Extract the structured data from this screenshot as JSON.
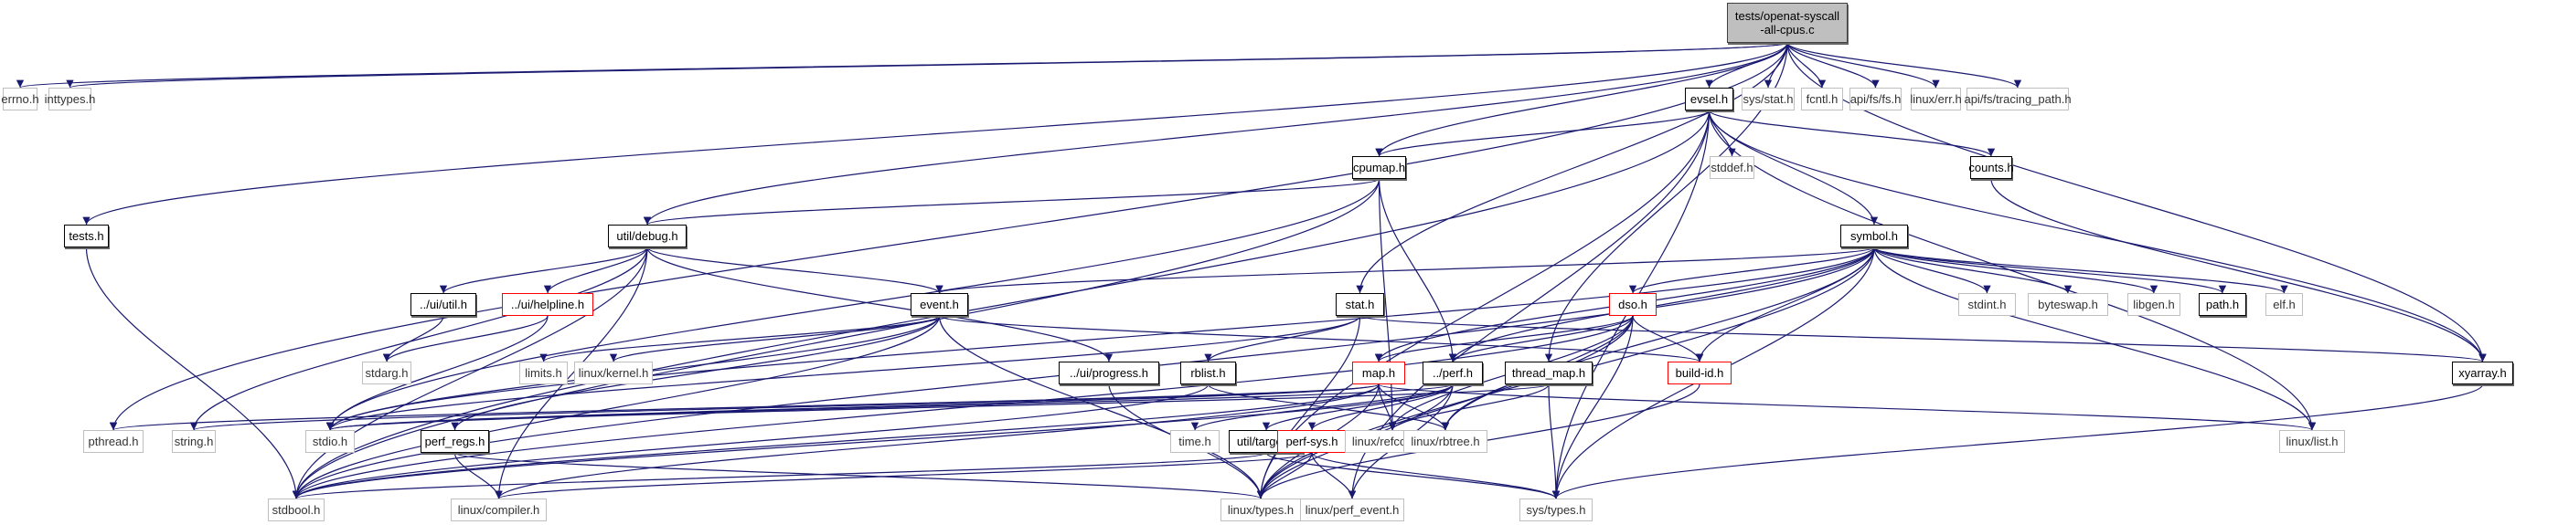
{
  "diagram": {
    "title": "tests/openat-syscall-all-cpus.c include dependency graph",
    "edge_color": "#191970",
    "legend_colors": {
      "root_fill": "#bfbfbf",
      "documented_border": "#000000",
      "external_border": "#bfbfbf",
      "truncated_border": "#ff0000"
    },
    "nodes": [
      {
        "id": "root",
        "label": "tests/openat-syscall\n-all-cpus.c",
        "kind": "root"
      },
      {
        "id": "errno",
        "label": "errno.h",
        "kind": "external"
      },
      {
        "id": "inttypes",
        "label": "inttypes.h",
        "kind": "external"
      },
      {
        "id": "evsel",
        "label": "evsel.h",
        "kind": "documented"
      },
      {
        "id": "sysstat",
        "label": "sys/stat.h",
        "kind": "external"
      },
      {
        "id": "fcntl",
        "label": "fcntl.h",
        "kind": "external"
      },
      {
        "id": "apifs",
        "label": "api/fs/fs.h",
        "kind": "external"
      },
      {
        "id": "linuxerr",
        "label": "linux/err.h",
        "kind": "external"
      },
      {
        "id": "tracingpath",
        "label": "api/fs/tracing_path.h",
        "kind": "external"
      },
      {
        "id": "cpumap",
        "label": "cpumap.h",
        "kind": "documented"
      },
      {
        "id": "stddef",
        "label": "stddef.h",
        "kind": "external"
      },
      {
        "id": "counts",
        "label": "counts.h",
        "kind": "documented"
      },
      {
        "id": "tests",
        "label": "tests.h",
        "kind": "documented"
      },
      {
        "id": "debug",
        "label": "util/debug.h",
        "kind": "documented"
      },
      {
        "id": "symbol",
        "label": "symbol.h",
        "kind": "documented"
      },
      {
        "id": "uiutil",
        "label": "../ui/util.h",
        "kind": "documented"
      },
      {
        "id": "helpline",
        "label": "../ui/helpline.h",
        "kind": "truncated"
      },
      {
        "id": "event",
        "label": "event.h",
        "kind": "documented"
      },
      {
        "id": "stat",
        "label": "stat.h",
        "kind": "documented"
      },
      {
        "id": "dso",
        "label": "dso.h",
        "kind": "truncated"
      },
      {
        "id": "stdint",
        "label": "stdint.h",
        "kind": "external"
      },
      {
        "id": "byteswap",
        "label": "byteswap.h",
        "kind": "external"
      },
      {
        "id": "libgen",
        "label": "libgen.h",
        "kind": "external"
      },
      {
        "id": "path",
        "label": "path.h",
        "kind": "documented"
      },
      {
        "id": "elf",
        "label": "elf.h",
        "kind": "external"
      },
      {
        "id": "stdarg",
        "label": "stdarg.h",
        "kind": "external"
      },
      {
        "id": "limits",
        "label": "limits.h",
        "kind": "external"
      },
      {
        "id": "kernel",
        "label": "linux/kernel.h",
        "kind": "external"
      },
      {
        "id": "progress",
        "label": "../ui/progress.h",
        "kind": "documented"
      },
      {
        "id": "rblist",
        "label": "rblist.h",
        "kind": "documented"
      },
      {
        "id": "map",
        "label": "map.h",
        "kind": "truncated"
      },
      {
        "id": "perf",
        "label": "../perf.h",
        "kind": "documented"
      },
      {
        "id": "threadmap",
        "label": "thread_map.h",
        "kind": "documented"
      },
      {
        "id": "buildid",
        "label": "build-id.h",
        "kind": "truncated"
      },
      {
        "id": "xyarray",
        "label": "xyarray.h",
        "kind": "documented"
      },
      {
        "id": "pthread",
        "label": "pthread.h",
        "kind": "external"
      },
      {
        "id": "string",
        "label": "string.h",
        "kind": "external"
      },
      {
        "id": "stdio",
        "label": "stdio.h",
        "kind": "external"
      },
      {
        "id": "perfregs",
        "label": "perf_regs.h",
        "kind": "documented"
      },
      {
        "id": "time",
        "label": "time.h",
        "kind": "external"
      },
      {
        "id": "target",
        "label": "util/target.h",
        "kind": "documented"
      },
      {
        "id": "perfsys",
        "label": "perf-sys.h",
        "kind": "truncated"
      },
      {
        "id": "refcount",
        "label": "linux/refcount.h",
        "kind": "external"
      },
      {
        "id": "rbtree",
        "label": "linux/rbtree.h",
        "kind": "external"
      },
      {
        "id": "list",
        "label": "linux/list.h",
        "kind": "external"
      },
      {
        "id": "stdbool",
        "label": "stdbool.h",
        "kind": "external"
      },
      {
        "id": "compiler",
        "label": "linux/compiler.h",
        "kind": "external"
      },
      {
        "id": "linuxtypes",
        "label": "linux/types.h",
        "kind": "external"
      },
      {
        "id": "perfevent",
        "label": "linux/perf_event.h",
        "kind": "external"
      },
      {
        "id": "systypes",
        "label": "sys/types.h",
        "kind": "external"
      }
    ],
    "edges": [
      [
        "root",
        "errno"
      ],
      [
        "root",
        "inttypes"
      ],
      [
        "root",
        "evsel"
      ],
      [
        "root",
        "sysstat"
      ],
      [
        "root",
        "fcntl"
      ],
      [
        "root",
        "apifs"
      ],
      [
        "root",
        "linuxerr"
      ],
      [
        "root",
        "tracingpath"
      ],
      [
        "root",
        "cpumap"
      ],
      [
        "root",
        "tests"
      ],
      [
        "root",
        "debug"
      ],
      [
        "root",
        "stat"
      ],
      [
        "root",
        "threadmap"
      ],
      [
        "root",
        "pthread"
      ],
      [
        "root",
        "xyarray"
      ],
      [
        "evsel",
        "cpumap"
      ],
      [
        "evsel",
        "stddef"
      ],
      [
        "evsel",
        "counts"
      ],
      [
        "evsel",
        "symbol"
      ],
      [
        "evsel",
        "stdbool"
      ],
      [
        "evsel",
        "linuxtypes"
      ],
      [
        "evsel",
        "perfevent"
      ],
      [
        "evsel",
        "list"
      ],
      [
        "evsel",
        "xyarray"
      ],
      [
        "evsel",
        "systypes"
      ],
      [
        "counts",
        "xyarray"
      ],
      [
        "cpumap",
        "debug"
      ],
      [
        "cpumap",
        "stdio"
      ],
      [
        "cpumap",
        "stdbool"
      ],
      [
        "cpumap",
        "perf"
      ],
      [
        "cpumap",
        "refcount"
      ],
      [
        "tests",
        "stdbool"
      ],
      [
        "debug",
        "uiutil"
      ],
      [
        "debug",
        "helpline"
      ],
      [
        "debug",
        "event"
      ],
      [
        "debug",
        "progress"
      ],
      [
        "debug",
        "string"
      ],
      [
        "debug",
        "stdbool"
      ],
      [
        "debug",
        "compiler"
      ],
      [
        "uiutil",
        "stdarg"
      ],
      [
        "helpline",
        "stdarg"
      ],
      [
        "helpline",
        "stdio"
      ],
      [
        "event",
        "limits"
      ],
      [
        "event",
        "kernel"
      ],
      [
        "event",
        "stdio"
      ],
      [
        "event",
        "perfregs"
      ],
      [
        "event",
        "buildid"
      ],
      [
        "event",
        "stdbool"
      ],
      [
        "event",
        "linuxtypes"
      ],
      [
        "stat",
        "rblist"
      ],
      [
        "stat",
        "stdio"
      ],
      [
        "stat",
        "xyarray"
      ],
      [
        "stat",
        "linuxtypes"
      ],
      [
        "symbol",
        "event"
      ],
      [
        "symbol",
        "dso"
      ],
      [
        "symbol",
        "stdint"
      ],
      [
        "symbol",
        "byteswap"
      ],
      [
        "symbol",
        "libgen"
      ],
      [
        "symbol",
        "path"
      ],
      [
        "symbol",
        "elf"
      ],
      [
        "symbol",
        "map"
      ],
      [
        "symbol",
        "perf"
      ],
      [
        "symbol",
        "buildid"
      ],
      [
        "symbol",
        "stdio"
      ],
      [
        "symbol",
        "stdbool"
      ],
      [
        "symbol",
        "rbtree"
      ],
      [
        "symbol",
        "list"
      ],
      [
        "symbol",
        "linuxtypes"
      ],
      [
        "symbol",
        "systypes"
      ],
      [
        "dso",
        "map"
      ],
      [
        "dso",
        "perf"
      ],
      [
        "dso",
        "buildid"
      ],
      [
        "dso",
        "refcount"
      ],
      [
        "dso",
        "rbtree"
      ],
      [
        "dso",
        "linuxtypes"
      ],
      [
        "dso",
        "stdbool"
      ],
      [
        "dso",
        "systypes"
      ],
      [
        "progress",
        "linuxtypes"
      ],
      [
        "rblist",
        "rbtree"
      ],
      [
        "rblist",
        "stdbool"
      ],
      [
        "map",
        "stdio"
      ],
      [
        "map",
        "stdbool"
      ],
      [
        "map",
        "refcount"
      ],
      [
        "map",
        "rbtree"
      ],
      [
        "map",
        "compiler"
      ],
      [
        "map",
        "linuxtypes"
      ],
      [
        "map",
        "pthread"
      ],
      [
        "map",
        "string"
      ],
      [
        "map",
        "list"
      ],
      [
        "perf",
        "time"
      ],
      [
        "perf",
        "target"
      ],
      [
        "perf",
        "perfsys"
      ],
      [
        "perf",
        "linuxtypes"
      ],
      [
        "perf",
        "perfevent"
      ],
      [
        "perf",
        "stdbool"
      ],
      [
        "perf",
        "stdio"
      ],
      [
        "threadmap",
        "refcount"
      ],
      [
        "threadmap",
        "stdio"
      ],
      [
        "threadmap",
        "systypes"
      ],
      [
        "buildid",
        "linuxtypes"
      ],
      [
        "xyarray",
        "systypes"
      ],
      [
        "perfregs",
        "compiler"
      ],
      [
        "perfregs",
        "linuxtypes"
      ],
      [
        "target",
        "stdbool"
      ],
      [
        "target",
        "systypes"
      ],
      [
        "perfsys",
        "linuxtypes"
      ],
      [
        "perfsys",
        "compiler"
      ],
      [
        "perfsys",
        "perfevent"
      ],
      [
        "perfsys",
        "systypes"
      ]
    ]
  }
}
